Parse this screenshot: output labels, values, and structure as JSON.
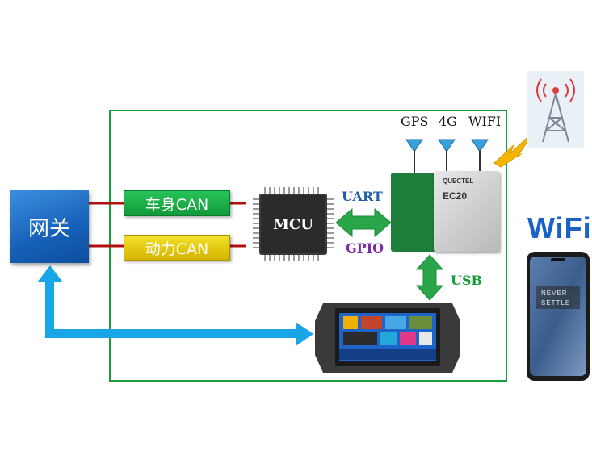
{
  "gateway": {
    "label": "网关"
  },
  "can_bus": {
    "body_label": "车身CAN",
    "power_label": "动力CAN"
  },
  "mcu": {
    "label": "MCU"
  },
  "links": {
    "uart": "UART",
    "gpio": "GPIO",
    "usb": "USB"
  },
  "antennas": {
    "gps": "GPS",
    "g4": "4G",
    "wifi": "WIFI"
  },
  "module": {
    "brand": "QUECTEL",
    "model": "EC20"
  },
  "phone": {
    "wifi_logo": "WiFi",
    "screen_line1": "NEVER",
    "screen_line2": "SETTLE"
  },
  "colors": {
    "frame": "#1a9c3b",
    "gateway": "#1a68c4",
    "can_body": "#1fae4a",
    "can_power": "#e8cf0d",
    "can_line": "#b01010",
    "uart_gpio_arrow": "#2aa54a",
    "usb_arrow": "#2aa54a",
    "blue_arrow": "#19a6e6",
    "signal_bolt": "#f4b400"
  },
  "icons": [
    "antenna-icon",
    "lightning-icon",
    "signal-tower-icon",
    "car-radio-icon",
    "smartphone-icon",
    "chip-icon"
  ]
}
